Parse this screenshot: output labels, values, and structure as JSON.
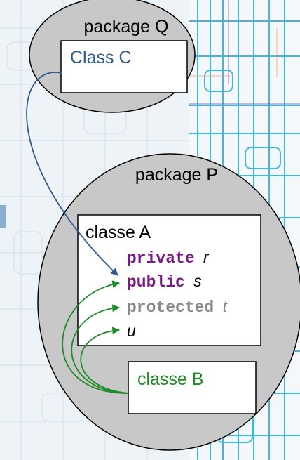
{
  "diagram": {
    "package_q": {
      "label": "package Q",
      "class_label": "Class C"
    },
    "package_p": {
      "label": "package P"
    },
    "class_a": {
      "label": "classe A",
      "members": [
        {
          "modifier": "private",
          "name": "r"
        },
        {
          "modifier": "public",
          "name": "s"
        },
        {
          "modifier": "protected",
          "name": "t"
        },
        {
          "modifier": "",
          "name": "u"
        }
      ]
    },
    "class_b": {
      "label": "classe B"
    }
  },
  "colors": {
    "class_c_text": "#2e5a8c",
    "class_b_text": "#1f8a2a",
    "private_public": "#7a1a85",
    "protected": "#8a8a8a",
    "arrow_blue": "#2e5a8c",
    "arrow_green": "#1f8a2a",
    "package_fill": "#c8c8c8"
  }
}
